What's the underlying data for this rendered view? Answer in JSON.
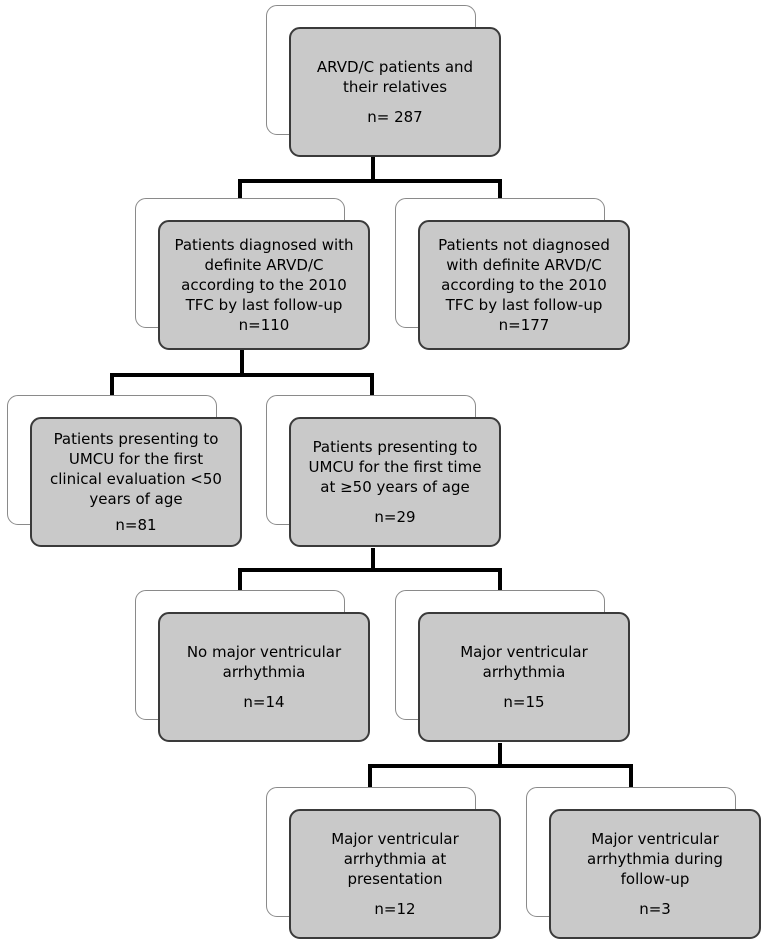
{
  "nodes": {
    "root": {
      "text": [
        "ARVD/C patients and",
        "their relatives"
      ],
      "n": "n= 287"
    },
    "definite": {
      "text": [
        "Patients diagnosed with",
        "definite ARVD/C",
        "according to the 2010",
        "TFC by last follow-up"
      ],
      "n": "n=110"
    },
    "not_definite": {
      "text": [
        "Patients not diagnosed",
        "with definite ARVD/C",
        "according to the 2010",
        "TFC by last follow-up"
      ],
      "n": "n=177"
    },
    "under50": {
      "text": [
        "Patients presenting to",
        "UMCU for the first",
        "clinical evaluation <50",
        "years of age"
      ],
      "n": "n=81"
    },
    "over50": {
      "text": [
        "Patients presenting to",
        "UMCU for the first time",
        "at ≥50 years of age"
      ],
      "n": "n=29"
    },
    "no_mva": {
      "text": [
        "No major ventricular",
        "arrhythmia"
      ],
      "n": "n=14"
    },
    "mva": {
      "text": [
        "Major ventricular",
        "arrhythmia"
      ],
      "n": "n=15"
    },
    "mva_presentation": {
      "text": [
        "Major ventricular",
        "arrhythmia at",
        "presentation"
      ],
      "n": "n=12"
    },
    "mva_followup": {
      "text": [
        "Major ventricular",
        "arrhythmia during",
        "follow-up"
      ],
      "n": "n=3"
    }
  }
}
